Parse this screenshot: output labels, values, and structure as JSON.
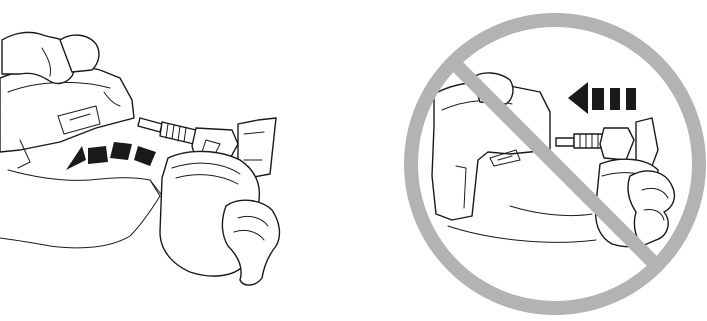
{
  "panels": [
    {
      "id": "correct",
      "content": "illustration",
      "icons": [
        "hand-icon",
        "tool-handle-icon",
        "nozzle-icon",
        "gas-canister-icon",
        "dashed-arrow-icon"
      ]
    },
    {
      "id": "incorrect",
      "content": "illustration",
      "icons": [
        "prohibition-sign-icon",
        "tool-handle-icon",
        "nozzle-icon",
        "gas-canister-icon",
        "dashed-arrow-icon"
      ]
    }
  ],
  "colors": {
    "ink": "#1a1a1a",
    "prohibition": "#b3b3b3",
    "background": "#ffffff"
  }
}
